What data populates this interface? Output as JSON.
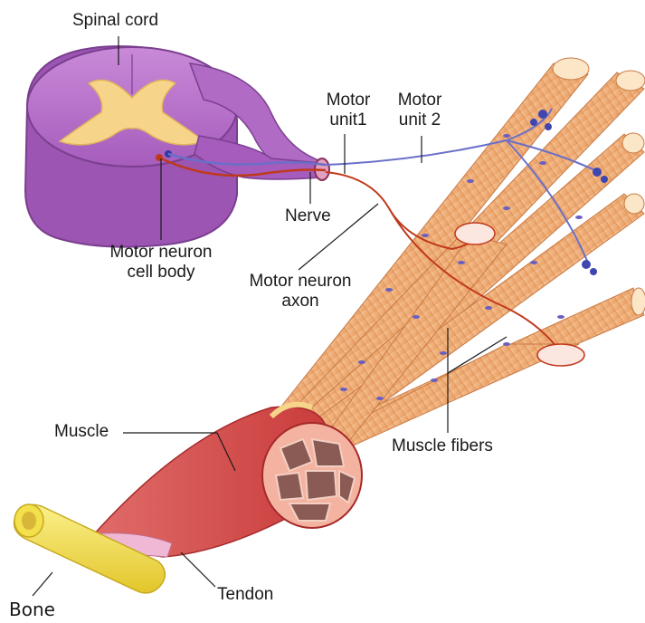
{
  "labels": {
    "spinal_cord": "Spinal cord",
    "motor_unit1_line1": "Motor",
    "motor_unit1_line2": "unit1",
    "motor_unit2_line1": "Motor",
    "motor_unit2_line2": "unit 2",
    "nerve": "Nerve",
    "motor_neuron_cell_body_line1": "Motor neuron",
    "motor_neuron_cell_body_line2": "cell body",
    "motor_neuron_axon_line1": "Motor neuron",
    "motor_neuron_axon_line2": "axon",
    "muscle": "Muscle",
    "muscle_fibers": "Muscle fibers",
    "tendon": "Tendon",
    "bone": "Bone"
  },
  "colors": {
    "spinal_cord": "#b56ec9",
    "gray_matter": "#f6d58a",
    "muscle_fiber": "#f2b27d",
    "muscle_belly": "#d9534f",
    "bone": "#f3e04a",
    "motor_unit1_axon": "#c0391b",
    "motor_unit2_axon": "#6a6fc9",
    "nucleus": "#6a5fc2"
  }
}
